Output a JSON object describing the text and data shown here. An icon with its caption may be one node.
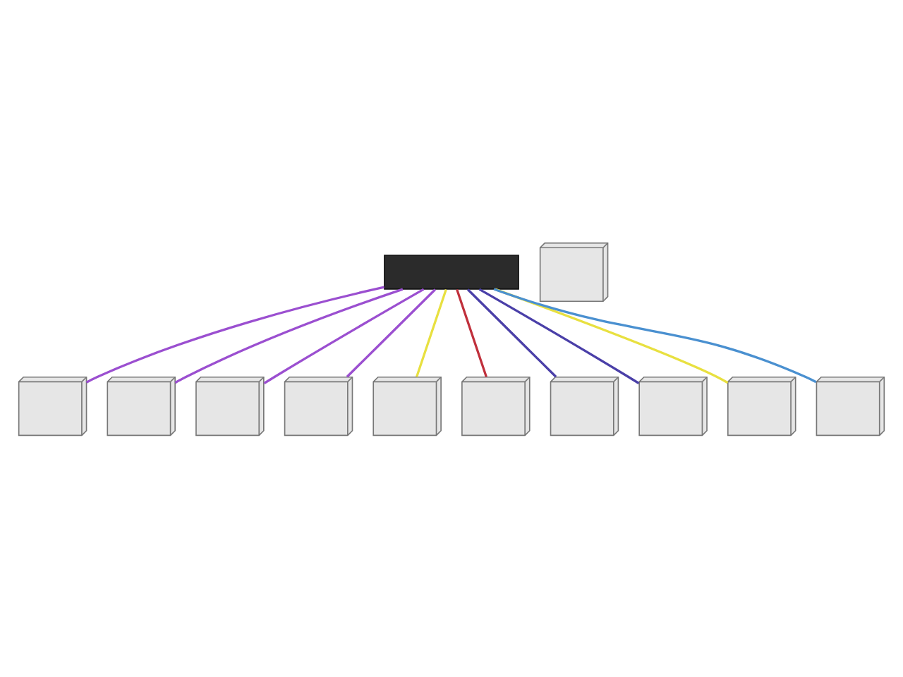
{
  "diagram": {
    "nodes": [
      {
        "text": [],
        "shape": "box"
      },
      {
        "text": [],
        "shape": "picture"
      },
      {
        "text": [],
        "shape": "picture"
      },
      {
        "text": [],
        "shape": "picture"
      },
      {
        "text": [],
        "shape": "picture"
      },
      {
        "text": [],
        "shape": "picture"
      },
      {
        "text": [],
        "shape": "picture"
      },
      {
        "text": [],
        "shape": "picture"
      },
      {
        "text": [],
        "shape": "picture"
      },
      {
        "text": [],
        "shape": "picture"
      },
      {
        "text": [],
        "shape": "picture"
      },
      {
        "text": [],
        "shape": "picture"
      }
    ],
    "edges": [
      {
        "from": 0,
        "to": 1,
        "arrow": "none",
        "color": "#9b4fd0"
      },
      {
        "from": 0,
        "to": 2,
        "arrow": "none",
        "color": "#9b4fd0"
      },
      {
        "from": 0,
        "to": 3,
        "arrow": "none",
        "color": "#9b4fd0"
      },
      {
        "from": 0,
        "to": 4,
        "arrow": "none",
        "color": "#9b4fd0"
      },
      {
        "from": 0,
        "to": 6,
        "arrow": "none",
        "color": "#e8e040"
      },
      {
        "from": 0,
        "to": 7,
        "arrow": "none",
        "color": "#c0303c"
      },
      {
        "from": 0,
        "to": 8,
        "arrow": "none",
        "color": "#4a3fa8"
      },
      {
        "from": 0,
        "to": 9,
        "arrow": "none",
        "color": "#4a3fa8"
      },
      {
        "from": 0,
        "to": 10,
        "arrow": "none",
        "color": "#e8e040"
      },
      {
        "from": 0,
        "to": 11,
        "arrow": "none",
        "color": "#4a90d0"
      }
    ]
  }
}
